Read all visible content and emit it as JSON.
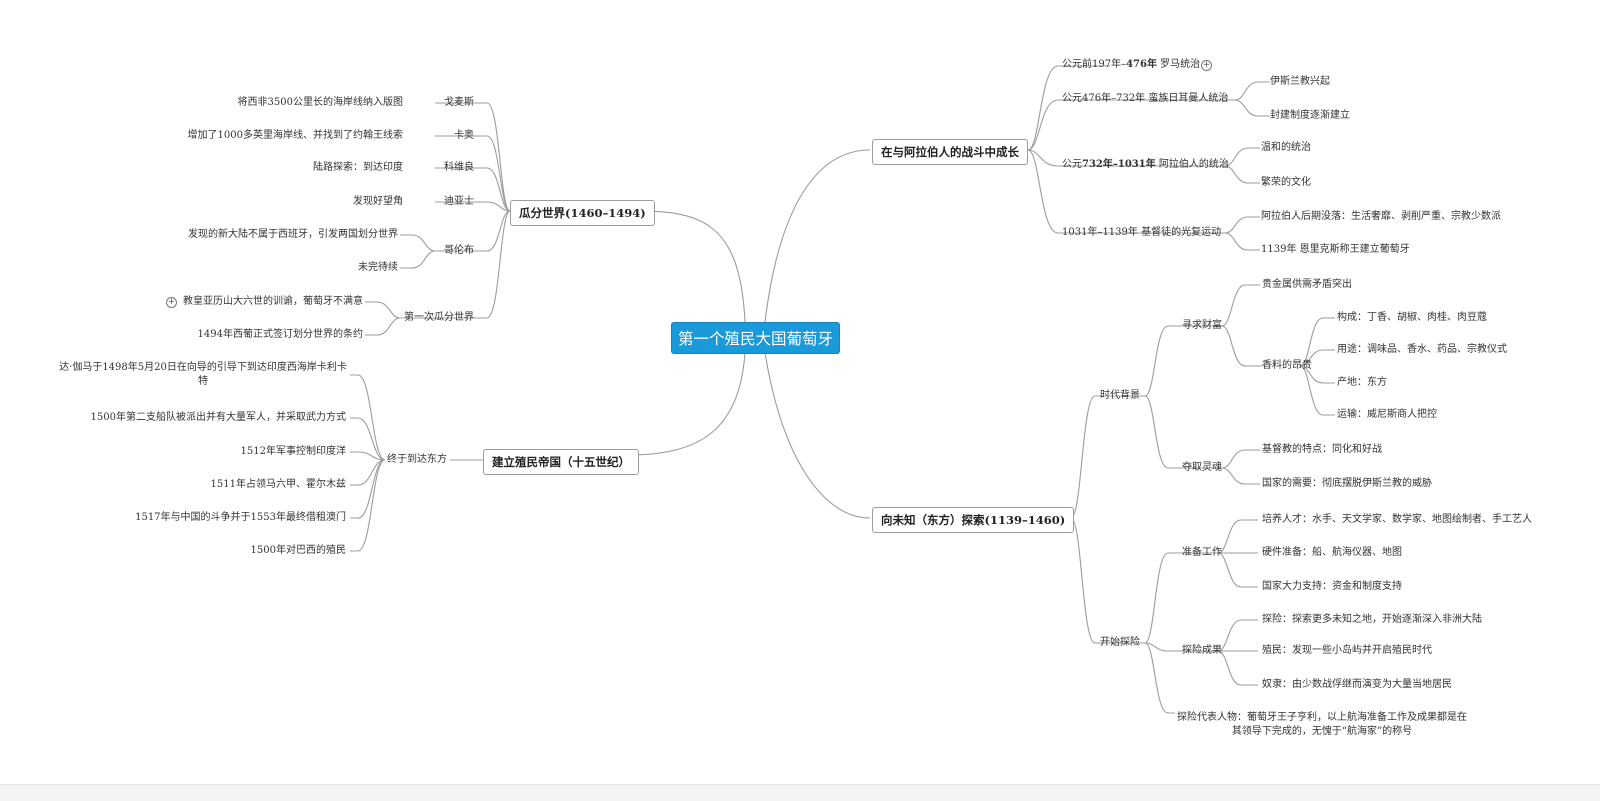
{
  "center": "第一个殖民大国葡萄牙",
  "b1": {
    "label": "在与阿拉伯人的战斗中成长",
    "c1": {
      "pre": "公元前197年–",
      "bold": "476年",
      "post": " 罗马统治"
    },
    "c2": {
      "label": "公元476年–732年 蛮族日耳曼人统治",
      "items": [
        "伊斯兰教兴起",
        "封建制度逐渐建立"
      ]
    },
    "c3": {
      "pre": "公元",
      "bold": "732年–1031年",
      "post": " 阿拉伯人的统治",
      "items": [
        "温和的统治",
        "繁荣的文化"
      ]
    },
    "c4": {
      "label": "1031年–1139年 基督徒的光复运动",
      "items": [
        "阿拉伯人后期没落：生活奢靡、剥削严重、宗教少数派",
        "1139年 恩里克斯称王建立葡萄牙"
      ]
    }
  },
  "b2": {
    "label": "向未知（东方）探索(1139–1460)",
    "bg": {
      "label": "时代背景",
      "wealth": {
        "label": "寻求财富",
        "item1": "贵金属供需矛盾突出",
        "spice": {
          "label": "香料的昂贵",
          "items": [
            "构成：丁香、胡椒、肉桂、肉豆蔻",
            "用途：调味品、香水、药品、宗教仪式",
            "产地：东方",
            "运输：威尼斯商人把控"
          ]
        }
      },
      "soul": {
        "label": "夺取灵魂",
        "items": [
          "基督教的特点：同化和好战",
          "国家的需要：彻底摆脱伊斯兰教的威胁"
        ]
      }
    },
    "explore": {
      "label": "开始探险",
      "prep": {
        "label": "准备工作",
        "items": [
          "培养人才：水手、天文学家、数学家、地图绘制者、手工艺人",
          "硬件准备：船、航海仪器、地图",
          "国家大力支持：资金和制度支持"
        ]
      },
      "results": {
        "label": "探险成果",
        "items": [
          "探险：探索更多未知之地，开始逐渐深入非洲大陆",
          "殖民：发现一些小岛屿并开启殖民时代",
          "奴隶：由少数战俘继而演变为大量当地居民"
        ]
      },
      "rep": "探险代表人物：葡萄牙王子亨利，以上航海准备工作及成果都是在其领导下完成的，无愧于“航海家”的称号"
    }
  },
  "b3": {
    "label": "瓜分世界(1460–1494)",
    "c1": {
      "label": "戈麦斯",
      "text": "将西非3500公里长的海岸线纳入版图"
    },
    "c2": {
      "label": "卡奥",
      "text": "增加了1000多英里海岸线、并找到了约翰王线索"
    },
    "c3": {
      "label": "科维良",
      "text": "陆路探索：到达印度"
    },
    "c4": {
      "label": "迪亚士",
      "text": "发现好望角"
    },
    "c5": {
      "label": "哥伦布",
      "items": [
        "发现的新大陆不属于西班牙，引发两国划分世界",
        "未完待续"
      ]
    },
    "c6": {
      "label": "第一次瓜分世界",
      "items": [
        "教皇亚历山大六世的训谕，葡萄牙不满意",
        "1494年西葡正式签订划分世界的条约"
      ]
    }
  },
  "b4": {
    "label": "建立殖民帝国（十五世纪）",
    "sub": "终于到达东方",
    "items": [
      "达·伽马于1498年5月20日在向导的引导下到达印度西海岸卡利卡特",
      "1500年第二支船队被派出并有大量军人，并采取武力方式",
      "1512年军事控制印度洋",
      "1511年占领马六甲、霍尔木兹",
      "1517年与中国的斗争并于1553年最终借租澳门",
      "1500年对巴西的殖民"
    ]
  },
  "icons": {
    "expand": "plus-circle-icon",
    "expand_glyph": "+"
  }
}
